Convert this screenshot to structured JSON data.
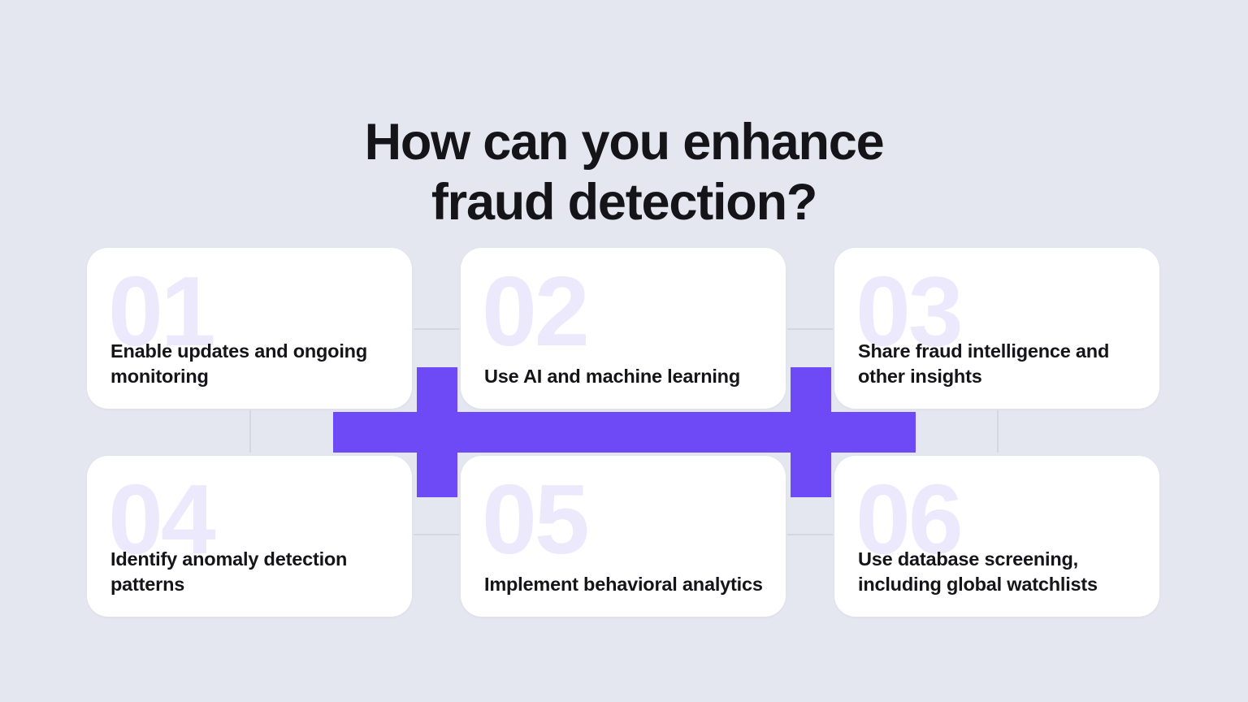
{
  "page": {
    "background_color": "#E4E7EF",
    "accent_color": "#6D4AF5",
    "text_color": "#151419",
    "watermark_color": "#EBE9FB",
    "gridline_color": "#D2D7E3",
    "card_color": "#FFFFFF"
  },
  "title": {
    "line1": "How can you enhance",
    "line2": "fraud detection?",
    "full": "How can you enhance fraud detection?"
  },
  "cards": [
    {
      "number": "01",
      "label": "Enable updates and ongoing monitoring"
    },
    {
      "number": "02",
      "label": "Use AI and machine learning"
    },
    {
      "number": "03",
      "label": "Share fraud intelligence and other insights"
    },
    {
      "number": "04",
      "label": "Identify anomaly detection patterns"
    },
    {
      "number": "05",
      "label": "Implement behavioral analytics"
    },
    {
      "number": "06",
      "label": "Use database screening, including global watchlists"
    }
  ]
}
